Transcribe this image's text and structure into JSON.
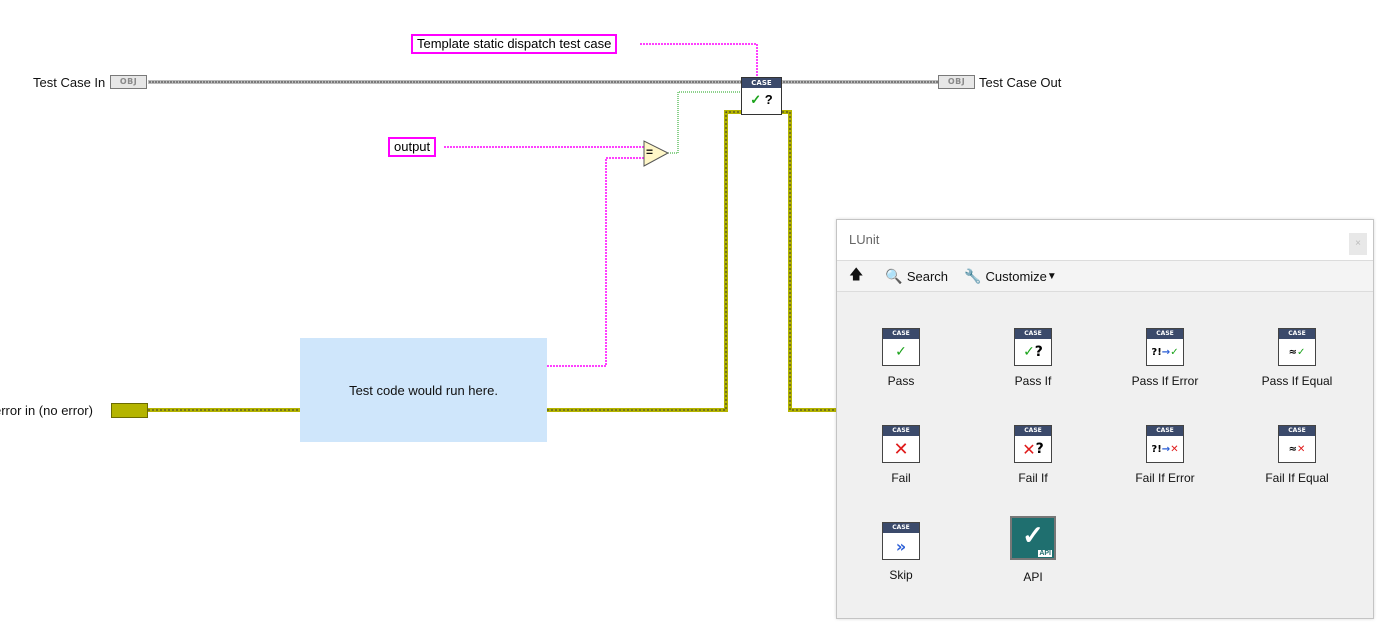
{
  "diagram": {
    "test_case_in": "Test Case In",
    "test_case_out": "Test Case Out",
    "error_in": "error in (no error)",
    "obj_tag": "OBJ",
    "template_const": "Template static dispatch test case",
    "output_const": "output",
    "code_placeholder": "Test code would run here.",
    "compare_symbol": "=",
    "case_node_header": "CASE",
    "case_node_glyph": "?"
  },
  "palette": {
    "title": "LUnit",
    "close_glyph": "×",
    "toolbar": {
      "up_icon": "arrow-up-icon",
      "search_label": "Search",
      "customize_label": "Customize"
    },
    "items": [
      {
        "label": "Pass",
        "header": "CASE"
      },
      {
        "label": "Pass If",
        "header": "CASE"
      },
      {
        "label": "Pass If Error",
        "header": "CASE"
      },
      {
        "label": "Pass If Equal",
        "header": "CASE"
      },
      {
        "label": "Fail",
        "header": "CASE"
      },
      {
        "label": "Fail If",
        "header": "CASE"
      },
      {
        "label": "Fail If Error",
        "header": "CASE"
      },
      {
        "label": "Fail If Equal",
        "header": "CASE"
      },
      {
        "label": "Skip",
        "header": "CASE"
      },
      {
        "label": "API",
        "header": "API"
      }
    ]
  },
  "colors": {
    "string_wire": "#ff00ff",
    "error_wire": "#b4b400",
    "object_wire": "#7a7a7a",
    "bool_wire": "#1aa31a",
    "code_box": "#cfe6fb"
  }
}
